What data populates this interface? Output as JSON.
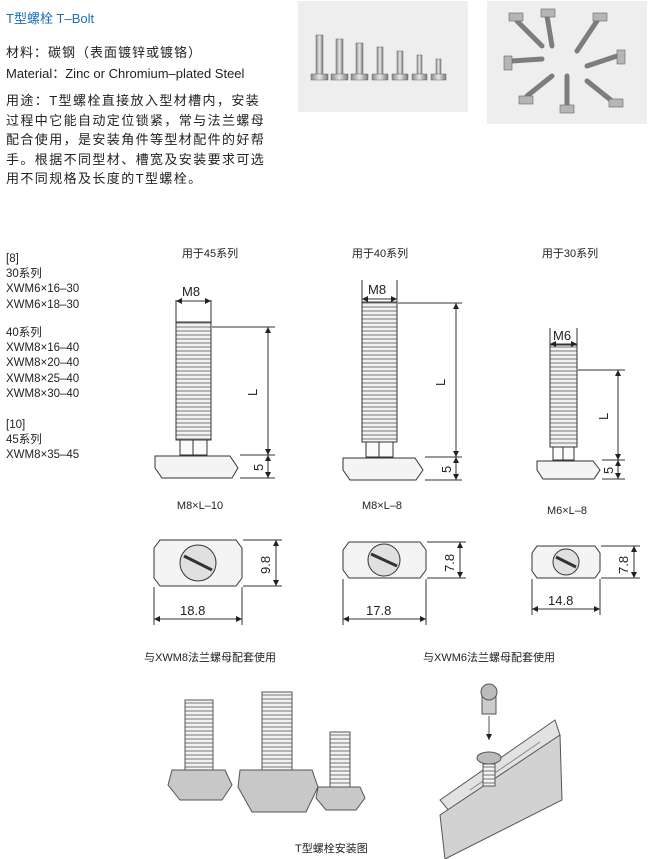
{
  "title": "T型螺栓  T–Bolt",
  "material_cn": "材料：碳钢（表面镀锌或镀铬）",
  "material_en": "Material：Zinc or Chromium–plated Steel",
  "usage_lines": [
    "用途：T型螺栓直接放入型材槽内，安装",
    "过程中它能自动定位锁紧，常与法兰螺母",
    "配合使用，是安装角件等型材配件的好帮",
    "手。根据不同型材、槽宽及安装要求可选",
    "用不同规格及长度的T型螺栓。"
  ],
  "specs": {
    "group1": [
      "[8]",
      "30系列",
      "XWM6×16–30",
      "XWM6×18–30"
    ],
    "group2": [
      "40系列",
      "XWM8×16–40",
      "XWM8×20–40",
      "XWM8×25–40",
      "XWM8×30–40"
    ],
    "group3": [
      "[10]",
      "45系列",
      "XWM8×35–45"
    ]
  },
  "columns": [
    {
      "header": "用于45系列",
      "thread": "M8",
      "length_label": "L",
      "head_height": "5",
      "caption": "M8×L–10",
      "width": "18.8",
      "height": "9.8"
    },
    {
      "header": "用于40系列",
      "thread": "M8",
      "length_label": "L",
      "head_height": "5",
      "caption": "M8×L–8",
      "width": "17.8",
      "height": "7.8"
    },
    {
      "header": "用于30系列",
      "thread": "M6",
      "length_label": "L",
      "head_height": "5",
      "caption": "M6×L–8",
      "width": "14.8",
      "height": "7.8"
    }
  ],
  "nut_note_left": "与XWM8法兰螺母配套使用",
  "nut_note_right": "与XWM6法兰螺母配套使用",
  "install_caption": "T型螺栓安装图"
}
